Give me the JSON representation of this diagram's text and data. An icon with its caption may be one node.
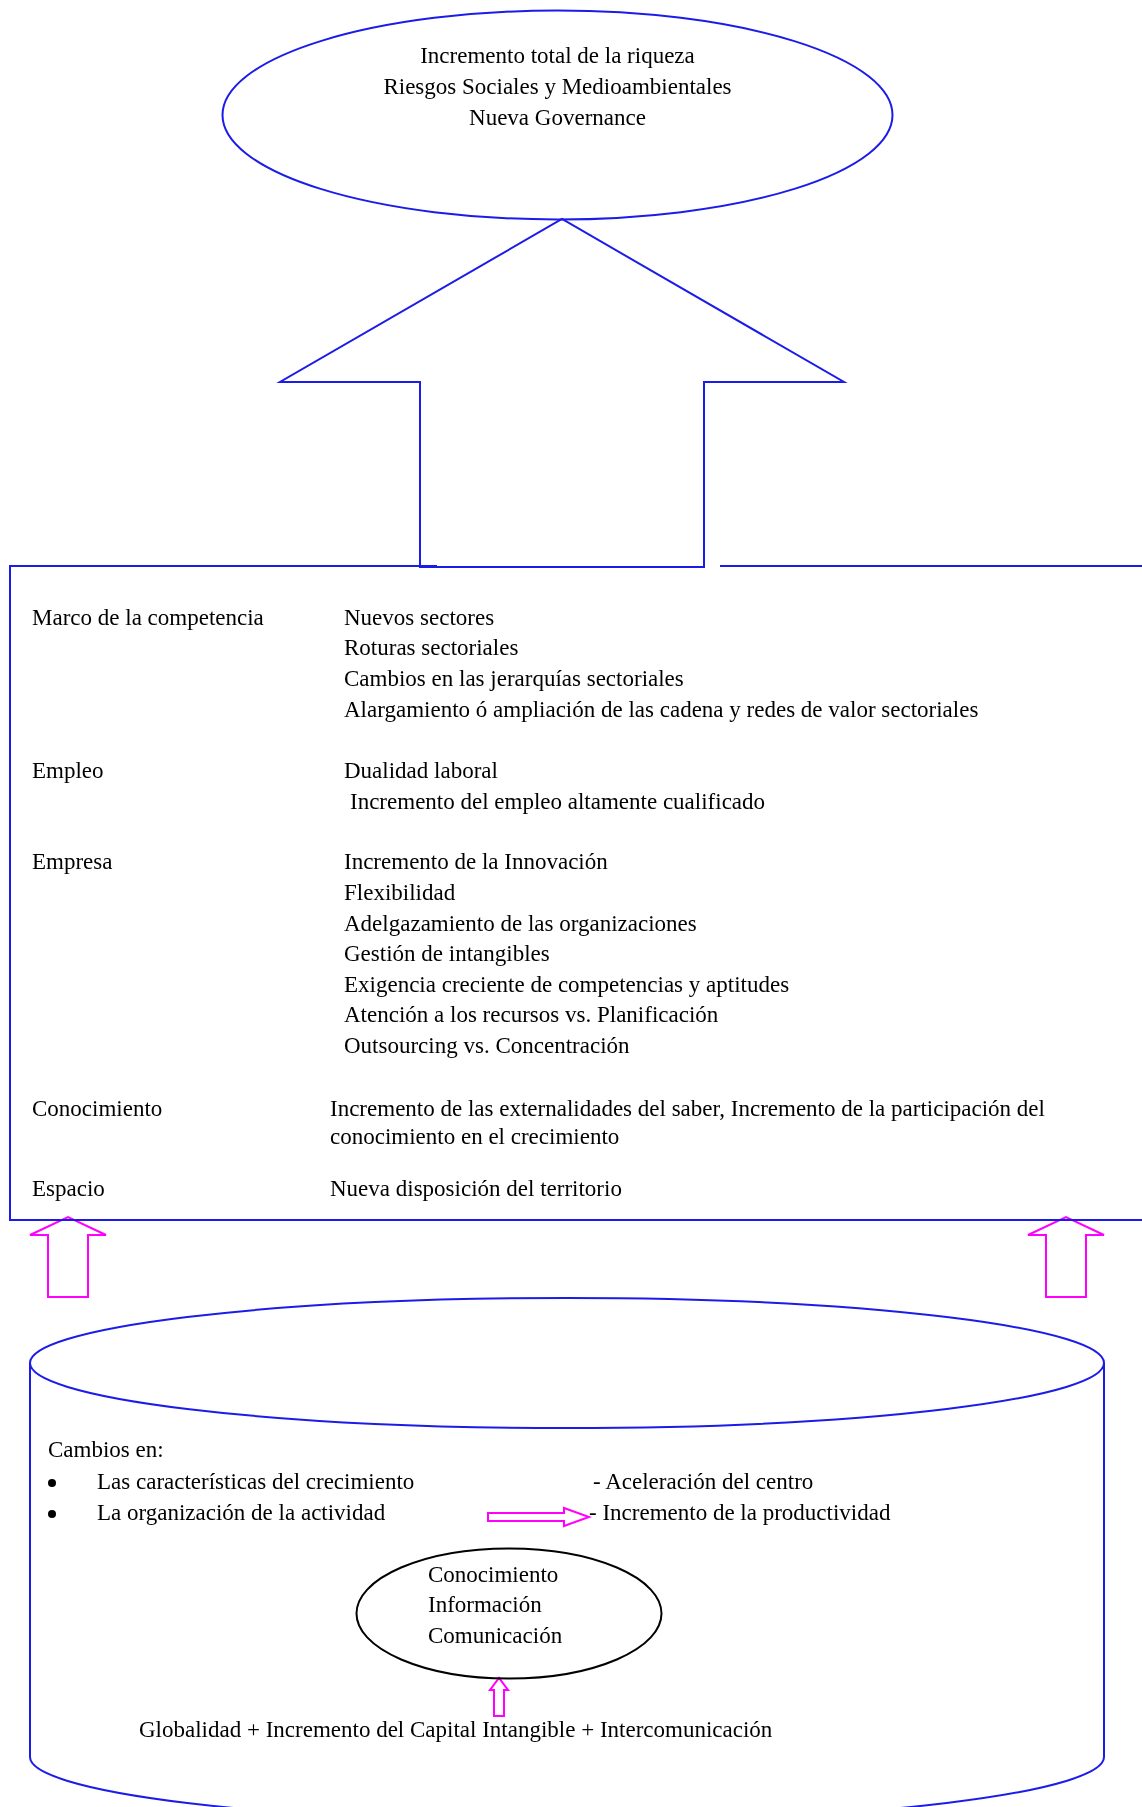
{
  "diagram": {
    "nodes": [
      {
        "text": [
          "Incremento total de la riqueza",
          "Riesgos Sociales y Medioambientales",
          "Nueva Governance"
        ]
      },
      {
        "text": [
          "Marco de la competencia",
          "Nuevos sectores",
          "Roturas sectoriales",
          "Cambios en las jerarquías sectoriales",
          "Alargamiento ó ampliación de las cadena y redes de valor sectoriales",
          "Empleo",
          "Dualidad laboral",
          "Incremento del empleo altamente cualificado",
          "Empresa",
          "Incremento de la Innovación",
          "Flexibilidad",
          "Adelgazamiento de las organizaciones",
          "Gestión de intangibles",
          "Exigencia creciente de competencias y aptitudes",
          "Atención a los recursos vs. Planificación",
          "Outsourcing vs. Concentración",
          "Conocimiento",
          "Incremento de las externalidades del saber, Incremento de la participación del conocimiento en el crecimiento",
          "Espacio",
          "Nueva disposición del territorio"
        ]
      },
      {
        "text": [
          "Cambios en:"
        ]
      },
      {
        "text": [
          "Las características del crecimiento",
          "La organización de la actividad"
        ],
        "in": 2
      },
      {
        "text": [
          "- Aceleración del centro",
          "- Incremento de la productividad"
        ],
        "in": 2
      },
      {
        "text": [
          "Conocimiento",
          "Información",
          "Comunicación"
        ],
        "in": 2
      },
      {
        "text": [
          "Globalidad + Incremento del Capital Intangible + Intercomunicación"
        ],
        "in": 2
      }
    ],
    "edges": [
      {
        "from": 1,
        "to": 0,
        "arrow": "to",
        "color": "#1c1ce8"
      },
      {
        "from": 2,
        "to": 1,
        "arrow": "to"
      },
      {
        "from": 2,
        "to": 1,
        "arrow": "to"
      },
      {
        "from": 3,
        "to": 4,
        "arrow": "to"
      },
      {
        "from": 6,
        "to": 5,
        "arrow": "to"
      }
    ]
  }
}
